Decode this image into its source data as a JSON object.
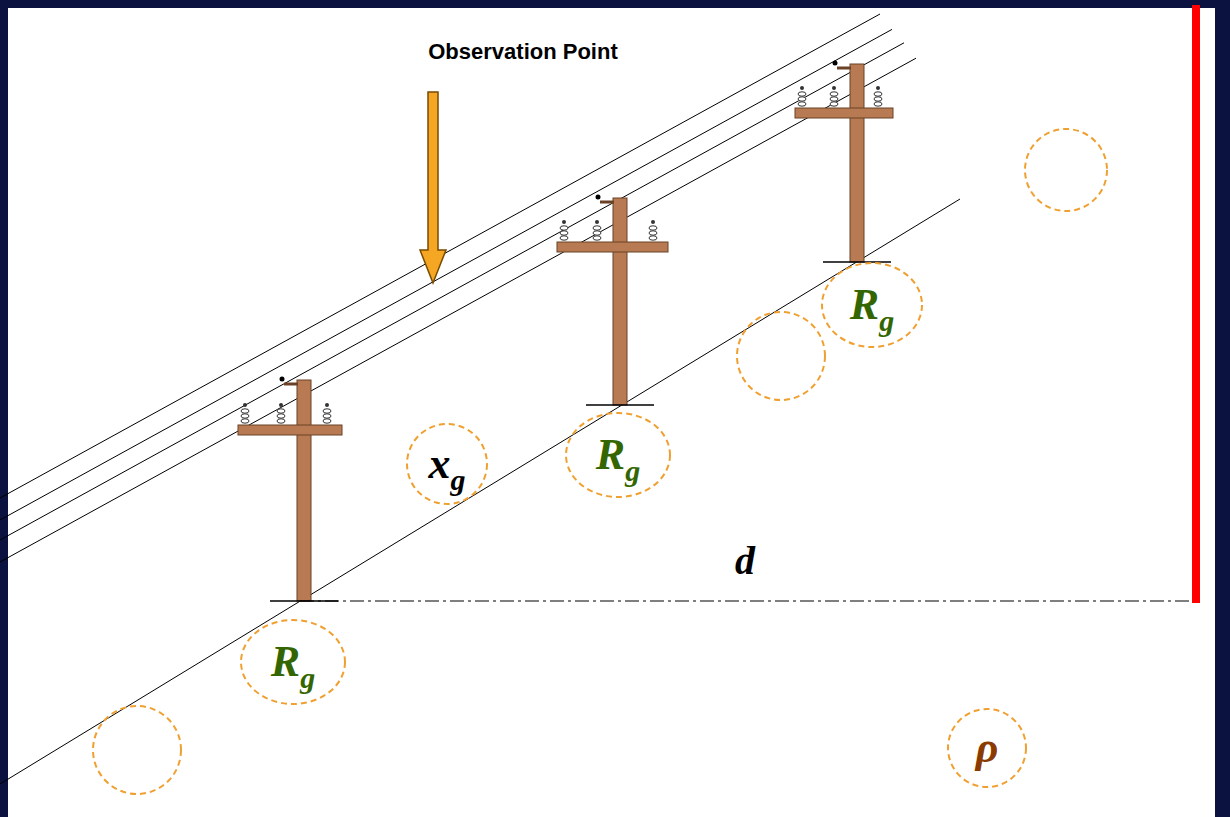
{
  "diagram": {
    "nodes": [
      {
        "text": [
          "Rg"
        ]
      },
      {
        "text": [
          "Rg"
        ]
      },
      {
        "text": [
          "xg"
        ]
      },
      {
        "text": [
          "Rg"
        ]
      },
      {
        "text": [
          "ρ"
        ]
      }
    ],
    "labels": [
      "Observation Point",
      "d"
    ]
  }
}
